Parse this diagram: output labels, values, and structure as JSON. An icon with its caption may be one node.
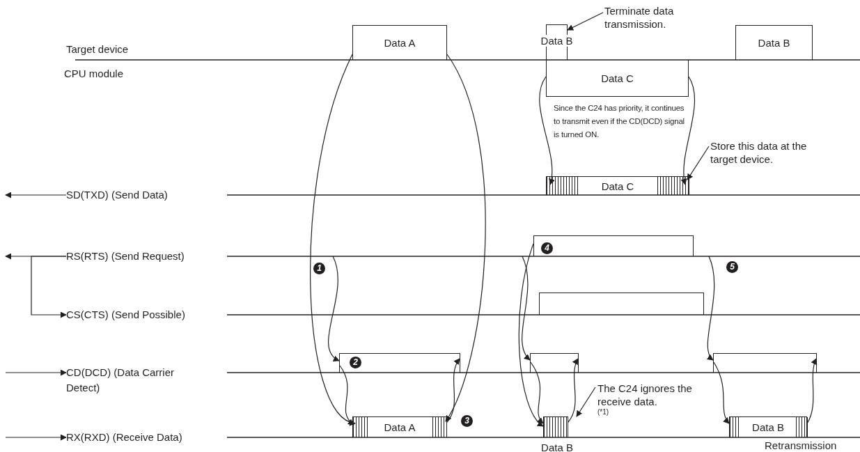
{
  "diagram": {
    "nodes": [
      {
        "text": [
          "SD(TXD) (Send Data)"
        ]
      },
      {
        "text": [
          "RS(RTS) (Send Request)"
        ]
      },
      {
        "text": [
          "CS(CTS) (Send Possible)"
        ]
      },
      {
        "text": [
          "CD(DCD) (Data Carrier Detect)"
        ]
      },
      {
        "text": [
          "RX(RXD) (Receive Data)"
        ]
      },
      {
        "text": [
          "Data A"
        ]
      },
      {
        "text": [
          "Data B"
        ]
      },
      {
        "text": [
          "Data B"
        ]
      },
      {
        "text": [
          "Data C"
        ]
      },
      {
        "text": [
          "Data C"
        ]
      },
      {
        "text": [
          "Data A"
        ]
      },
      {
        "text": [
          "Data B"
        ]
      },
      {
        "text": [
          "Data B"
        ],
        "beside": [
          "Retransmission"
        ]
      },
      {
        "text": [],
        "shape": "bar"
      },
      {
        "text": [],
        "shape": "bar"
      },
      {
        "text": [],
        "shape": "bar"
      },
      {
        "text": [],
        "shape": "bar"
      },
      {
        "text": [],
        "shape": "bar"
      },
      {
        "text": [
          "Terminate data transmission."
        ]
      },
      {
        "text": [
          "Store this data at the target device."
        ]
      },
      {
        "text": [
          "The C24 ignores the receive data."
        ],
        "beside": [
          "(*1)"
        ]
      }
    ],
    "edges": [
      {
        "from": 0,
        "to": null,
        "arrow": "to"
      },
      {
        "from": 1,
        "to": null,
        "arrow": "to"
      },
      {
        "from": 1,
        "to": 2,
        "arrow": "to"
      },
      {
        "from": null,
        "to": 3,
        "arrow": "to"
      },
      {
        "from": null,
        "to": 4,
        "arrow": "to"
      },
      {
        "from": 5,
        "to": 10,
        "arrow": "to"
      },
      {
        "from": 5,
        "to": 10,
        "arrow": "to"
      },
      {
        "from": null,
        "to": 15,
        "arrow": "to"
      },
      {
        "from": 15,
        "to": 10,
        "arrow": "to"
      },
      {
        "from": 10,
        "to": 15,
        "arrow": "to"
      },
      {
        "from": null,
        "to": 16,
        "arrow": "to"
      },
      {
        "from": 16,
        "to": 11,
        "arrow": "to"
      },
      {
        "from": 13,
        "to": 11,
        "arrow": "to"
      },
      {
        "from": 11,
        "to": 16,
        "arrow": "to"
      },
      {
        "from": null,
        "to": 17,
        "arrow": "to"
      },
      {
        "from": 17,
        "to": 12,
        "arrow": "to"
      },
      {
        "from": 12,
        "to": 17,
        "arrow": "to"
      },
      {
        "from": 8,
        "to": 9,
        "arrow": "to"
      },
      {
        "from": 8,
        "to": 9,
        "arrow": "to"
      },
      {
        "from": 18,
        "to": 6,
        "arrow": "to"
      },
      {
        "from": 19,
        "to": 9,
        "arrow": "to"
      },
      {
        "from": 20,
        "to": 11,
        "arrow": "to"
      }
    ],
    "labels": [
      "Target device",
      "CPU module",
      "Since the C24 has priority, it continues to transmit even if the CD(DCD) signal is turned ON.",
      "1",
      "2",
      "3",
      "4",
      "5"
    ]
  }
}
